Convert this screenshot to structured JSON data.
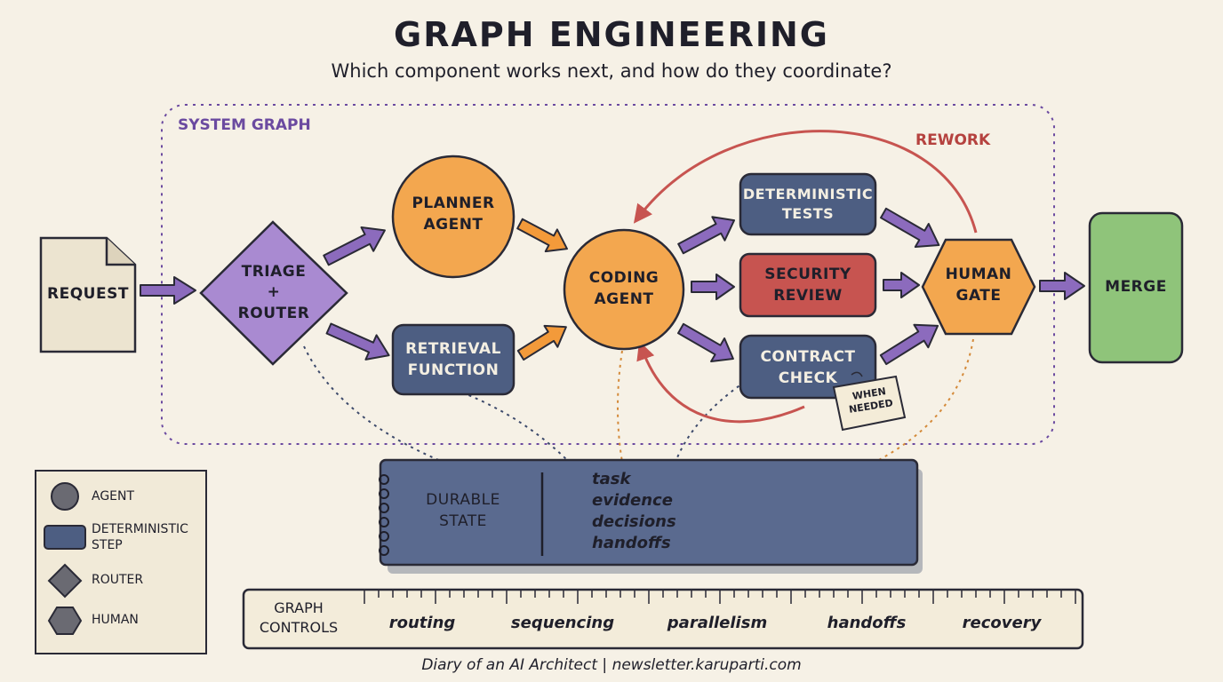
{
  "title": "GRAPH ENGINEERING",
  "subtitle": "Which component works next, and how do they coordinate?",
  "system_graph_label": "SYSTEM GRAPH",
  "rework_label": "REWORK",
  "nodes": {
    "request": "REQUEST",
    "triage_1": "TRIAGE",
    "triage_2": "+",
    "triage_3": "ROUTER",
    "planner_1": "PLANNER",
    "planner_2": "AGENT",
    "retrieval_1": "RETRIEVAL",
    "retrieval_2": "FUNCTION",
    "coding_1": "CODING",
    "coding_2": "AGENT",
    "tests_1": "DETERMINISTIC",
    "tests_2": "TESTS",
    "security_1": "SECURITY",
    "security_2": "REVIEW",
    "contract_1": "CONTRACT",
    "contract_2": "CHECK",
    "when_needed_1": "WHEN",
    "when_needed_2": "NEEDED",
    "human_1": "HUMAN",
    "human_2": "GATE",
    "merge": "MERGE"
  },
  "durable_state": {
    "label_1": "DURABLE",
    "label_2": "STATE",
    "items": [
      "task",
      "evidence",
      "decisions",
      "handoffs"
    ]
  },
  "legend": {
    "agent": "AGENT",
    "step_1": "DETERMINISTIC",
    "step_2": "STEP",
    "router": "ROUTER",
    "human": "HUMAN"
  },
  "controls": {
    "label_1": "GRAPH",
    "label_2": "CONTROLS",
    "items": [
      "routing",
      "sequencing",
      "parallelism",
      "handoffs",
      "recovery"
    ]
  },
  "footer": "Diary of an AI Architect | newsletter.karuparti.com",
  "colors": {
    "purple": "#9a7cc4",
    "orange": "#f3a74f",
    "navy": "#4d5e82",
    "red": "#c75450",
    "green": "#8fc47a",
    "paper": "#ece4d0",
    "ink": "#2a2a36"
  }
}
